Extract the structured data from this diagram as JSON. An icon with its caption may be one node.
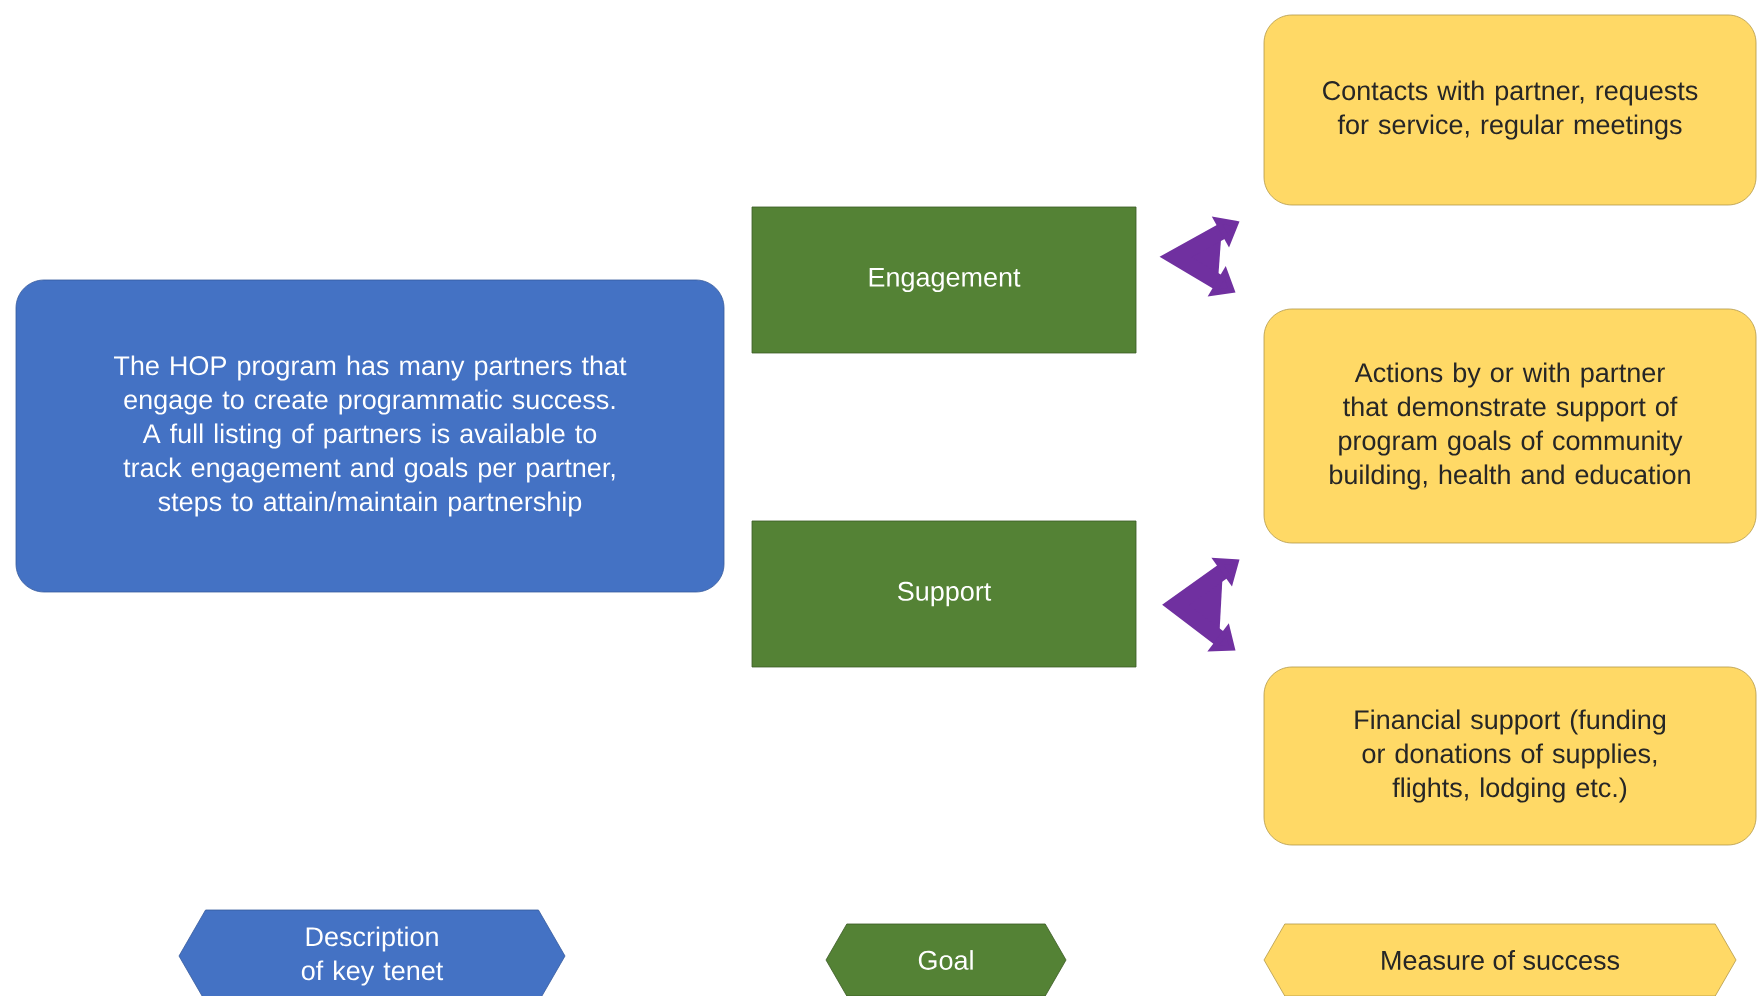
{
  "diagram": {
    "nodes": [
      {
        "text": [
          "The HOP program has many partners that engage to create programmatic success. A full listing of partners is available to track engagement and goals per partner, steps to attain/maintain partnership"
        ]
      },
      {
        "text": [
          "Engagement"
        ]
      },
      {
        "text": [
          "Support"
        ]
      },
      {
        "text": [
          "Contacts with partner, requests for service, regular meetings"
        ]
      },
      {
        "text": [
          "Actions by or with partner that demonstrate support of program goals of community building, health and education"
        ]
      },
      {
        "text": [
          "Financial support (funding or donations of supplies, flights, lodging etc.)"
        ]
      },
      {
        "text": [
          "Description of key tenet"
        ]
      },
      {
        "text": [
          "Goal"
        ]
      },
      {
        "text": [
          "Measure of success"
        ]
      }
    ],
    "edges": [
      {
        "from": 3,
        "to": 4,
        "arrow": "both"
      },
      {
        "from": 4,
        "to": 5,
        "arrow": "both"
      }
    ]
  }
}
